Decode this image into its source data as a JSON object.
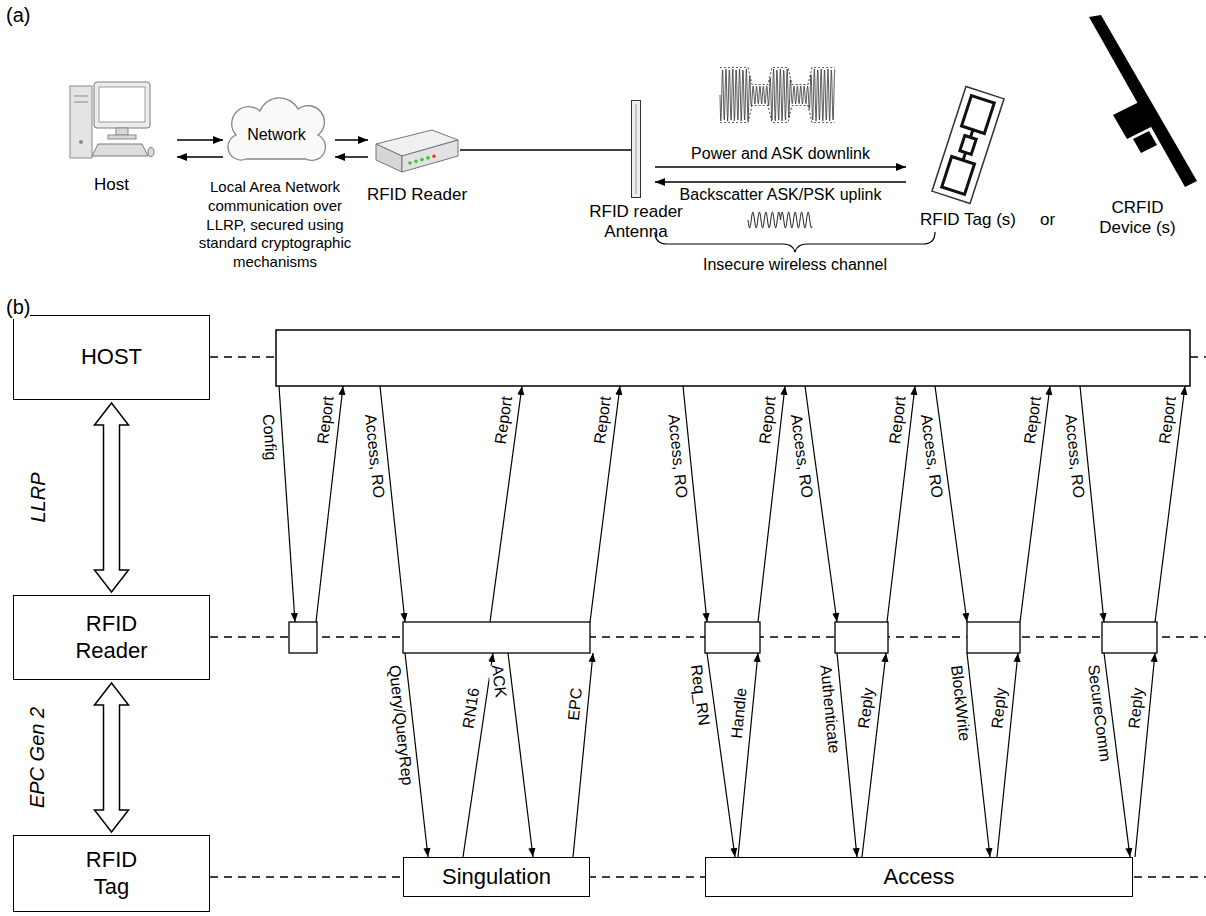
{
  "diagram": {
    "nodes": [
      {
        "text": [
          "Host"
        ]
      },
      {
        "text": [
          "Network"
        ]
      },
      {
        "text": [
          "RFID Reader"
        ]
      },
      {
        "text": [
          "RFID reader Antenna"
        ]
      },
      {
        "text": [
          "RFID Tag (s)"
        ]
      },
      {
        "text": [
          "CRFID Device (s)"
        ]
      },
      {
        "text": [
          "HOST"
        ]
      },
      {
        "text": [
          "RFID Reader"
        ]
      },
      {
        "text": [
          "RFID Tag"
        ]
      },
      {
        "text": [
          "Singulation"
        ]
      },
      {
        "text": [
          "Access"
        ]
      }
    ],
    "edges": [
      {
        "from": 0,
        "to": 1,
        "arrow": "to"
      },
      {
        "from": 1,
        "to": 0,
        "arrow": "to"
      },
      {
        "from": 1,
        "to": 2,
        "arrow": "to"
      },
      {
        "from": 2,
        "to": 1,
        "arrow": "to"
      },
      {
        "from": 2,
        "to": 3,
        "arrow": "none"
      },
      {
        "from": 3,
        "to": 4,
        "label": "Power and ASK downlink",
        "arrow": "to"
      },
      {
        "from": 4,
        "to": 3,
        "label": "Backscatter ASK/PSK uplink",
        "arrow": "to"
      },
      {
        "from": 6,
        "to": 7,
        "label": "LLRP",
        "arrow": "both"
      },
      {
        "from": 7,
        "to": 8,
        "label": "EPC Gen 2",
        "arrow": "both"
      }
    ],
    "labels": [
      "(a)",
      "Local Area Network communication over LLRP, secured using standard cryptographic mechanisms",
      "Insecure wireless channel",
      "or",
      "(b)",
      "Config",
      "Report",
      "Access, RO",
      "Report",
      "Report",
      "Access, RO",
      "Report",
      "Access, RO",
      "Report",
      "Access, RO",
      "Report",
      "Access, RO",
      "Report",
      "Query/QueryRep",
      "RN16",
      "ACK",
      "EPC",
      "Req_RN",
      "Handle",
      "Authenticate",
      "Reply",
      "BlockWrite",
      "Reply",
      "SecureComm",
      "Reply"
    ]
  }
}
